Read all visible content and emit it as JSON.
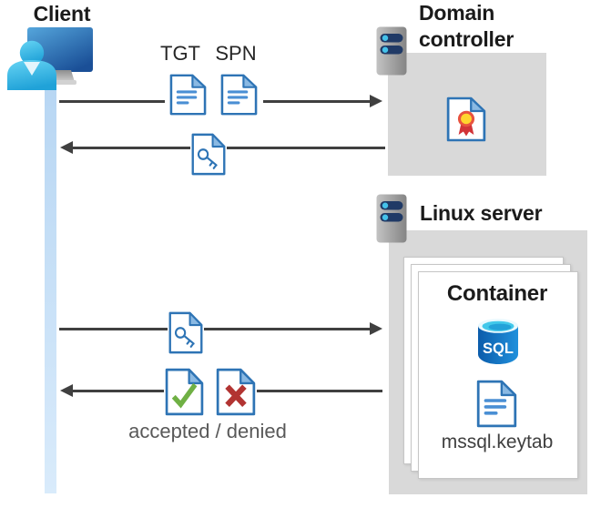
{
  "client": {
    "label": "Client"
  },
  "flow": {
    "tgt_label": "TGT",
    "spn_label": "SPN",
    "accepted_denied_label": "accepted / denied"
  },
  "domain_controller": {
    "label": "Domain controller"
  },
  "linux_server": {
    "label": "Linux server"
  },
  "container": {
    "label": "Container",
    "sql_text": "SQL",
    "keytab_label": "mssql.keytab"
  },
  "flows": [
    {
      "from": "client",
      "to": "domain-controller",
      "direction": "right"
    },
    {
      "from": "domain-controller",
      "to": "client",
      "direction": "left"
    },
    {
      "from": "client",
      "to": "linux-server",
      "direction": "right"
    },
    {
      "from": "linux-server",
      "to": "client",
      "direction": "left"
    }
  ],
  "icons": {
    "client": "user-at-monitor-icon",
    "domain_controller": "server-icon",
    "linux_server": "server-icon",
    "tgt": "document-icon",
    "spn": "document-icon",
    "kerberos_ticket": "key-document-icon",
    "certificate": "certificate-document-icon",
    "accepted": "check-document-icon",
    "denied": "cross-document-icon",
    "sql": "sql-database-icon",
    "keytab": "document-icon"
  },
  "colors": {
    "doc-border": "#2e74b5",
    "doc-fold": "#8ab9e3",
    "doc-lines": "#4a8fd4",
    "arrow": "#404040",
    "box-gray": "#d9d9d9",
    "page-border": "#c6c6c6",
    "check-green": "#6fb044",
    "cross-red": "#b23432",
    "cert-gold": "#ffd62e",
    "cert-red": "#d13438",
    "server-bar": "#203a66",
    "server-dot": "#45c2ea",
    "text-dark": "#1b1b1b",
    "text-gray": "#595959"
  }
}
